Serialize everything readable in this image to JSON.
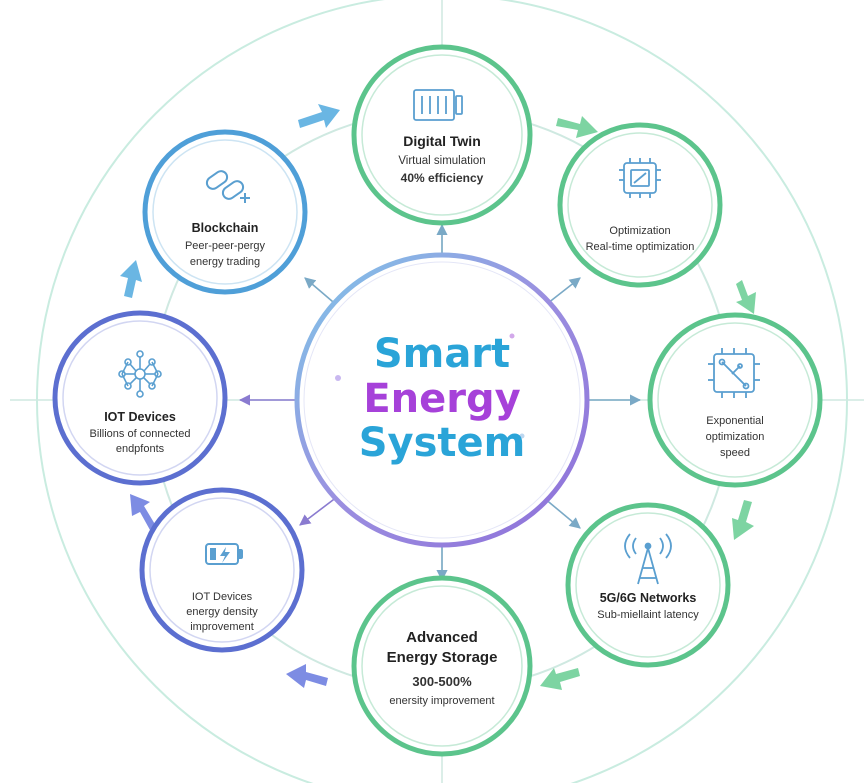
{
  "center": {
    "line1": "Smart",
    "line2": "Energy",
    "line3": "System",
    "color1": "#2aa4d8",
    "color2": "#a641d9",
    "color3": "#2aa4d8"
  },
  "nodes": {
    "digital_twin": {
      "title": "Digital Twin",
      "line1": "Virtual simulation",
      "line2": "40% efficiency",
      "icon": "digital-twin-icon"
    },
    "optimization": {
      "title": "",
      "line1": "Optimization",
      "line2": "Real-time optimization",
      "icon": "processor-chip-icon"
    },
    "quantum": {
      "title": "",
      "line1": "Exponential",
      "line2": "optimization",
      "line3": "speed",
      "icon": "circuit-chip-icon"
    },
    "networks": {
      "title": "5G/6G Networks",
      "line1": "Sub-miellaint latency",
      "icon": "antenna-tower-icon"
    },
    "storage": {
      "title1": "Advanced",
      "title2": "Energy Storage",
      "line1": "300-500%",
      "line2": "enersity improvement",
      "icon": ""
    },
    "battery": {
      "title": "",
      "line1": "IOT Devices",
      "line2": "energy density",
      "line3": "improvement",
      "icon": "battery-icon"
    },
    "iot": {
      "title": "IOT Devices",
      "line1": "Billions of connected",
      "line2": "endpfonts",
      "icon": "neural-network-icon"
    },
    "blockchain": {
      "title": "Blockchain",
      "line1": "Peer-peer-pergy",
      "line2": "energy trading",
      "icon": "chain-link-icon"
    }
  },
  "colors": {
    "green": "#5cc48c",
    "blue": "#4f9fd8",
    "indigo": "#5c6fd0",
    "purple": "#9a7ad6",
    "ring": "#bfe6d6",
    "text": "#222222"
  }
}
